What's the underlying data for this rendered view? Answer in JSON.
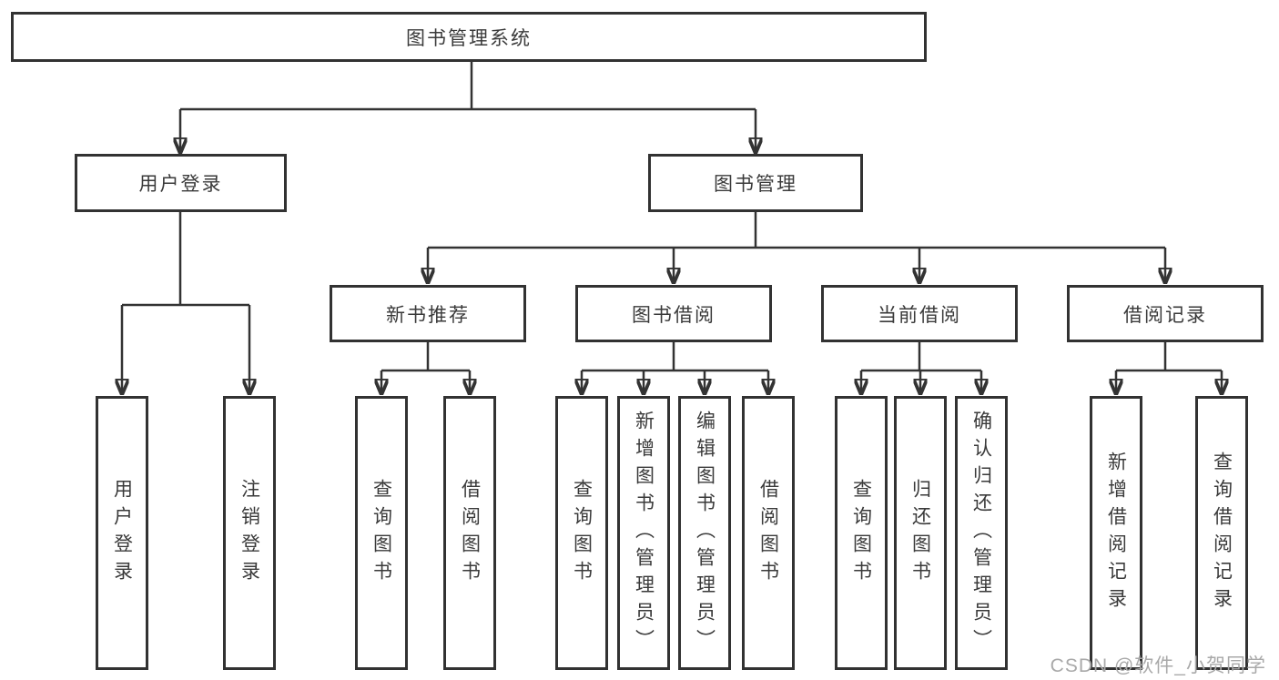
{
  "diagram": {
    "title": "图书管理系统",
    "branches": [
      {
        "label": "用户登录",
        "children": [
          {
            "label": "用户登录"
          },
          {
            "label": "注销登录"
          }
        ]
      },
      {
        "label": "图书管理",
        "children": [
          {
            "label": "新书推荐",
            "children": [
              {
                "label": "查询图书"
              },
              {
                "label": "借阅图书"
              }
            ]
          },
          {
            "label": "图书借阅",
            "children": [
              {
                "label": "查询图书"
              },
              {
                "label": "新增图书（管理员）"
              },
              {
                "label": "编辑图书（管理员）"
              },
              {
                "label": "借阅图书"
              }
            ]
          },
          {
            "label": "当前借阅",
            "children": [
              {
                "label": "查询图书"
              },
              {
                "label": "归还图书"
              },
              {
                "label": "确认归还（管理员）"
              }
            ]
          },
          {
            "label": "借阅记录",
            "children": [
              {
                "label": "新增借阅记录"
              },
              {
                "label": "查询借阅记录"
              }
            ]
          }
        ]
      }
    ]
  },
  "colors": {
    "line": "#333333",
    "box_border": "#323232",
    "text": "#3a3a3a",
    "watermark": "#a9a9a9",
    "background": "#ffffff"
  },
  "watermark": {
    "text": "CSDN @软件_小贺同学"
  }
}
